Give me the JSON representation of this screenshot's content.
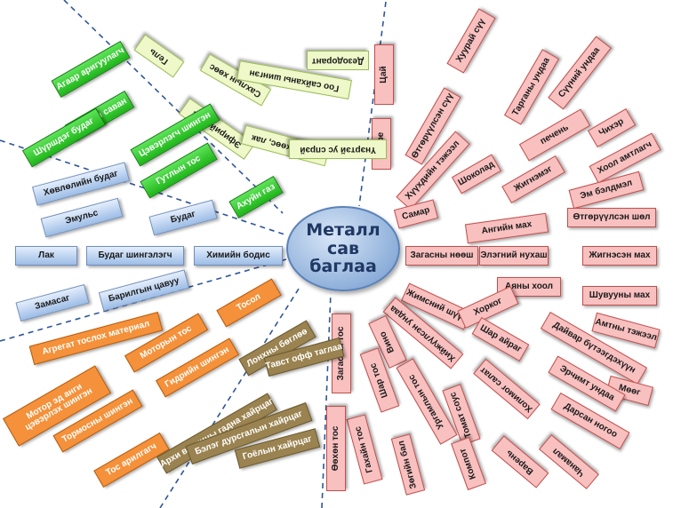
{
  "center_label": "Металл\nсав\nбаглаа",
  "colors": {
    "pink": "#f9c0c0",
    "green": "#2ecc2a",
    "light_green": "#eef8c8",
    "blue": "#b7cff0",
    "orange": "#f4913a",
    "olive": "#9a8350",
    "divider": "#2f5597"
  },
  "food_items": [
    "Цай",
    "Хуурай сүү",
    "Тарганы ундаа",
    "Сүүний ундаа",
    "Өтгөрүүлсэн сүү",
    "Кофе",
    "печень",
    "Чихэр",
    "Хүүхдийн тэжээл",
    "Хоол амтлагч",
    "Шоколад",
    "Жигнэмэг",
    "Эм бэлдмэл",
    "Самар",
    "Өтгөрүүлсэн шөл",
    "Ангийн мах",
    "Загасны нөөш",
    "Элэгний нухаш",
    "Жигнэсэн мах",
    "Аяны хоол",
    "Шувууны мах",
    "Жимсний шүүс",
    "Хорког",
    "Амтны тэжээл",
    "Хийжүүлсэн ундаа",
    "Шар айраг",
    "Дайвар бүтээгдэхүүн",
    "Вино",
    "Мөөг",
    "Эрчимт ундаа",
    "Ургамлын тос",
    "Холимог салат",
    "Дарсан ногоо",
    "Шар тос",
    "Томат соус",
    "Загасны тос",
    "Варень",
    "Чанамал",
    "Гахайн тос",
    "Компот",
    "Зөгийн бал",
    "Өөхөн тос"
  ],
  "cosmetic_items": [
    "Гель",
    "Сахлын хөөс",
    "Гоо сайханы шингэн",
    "Дезодорант",
    "Эфирийн тос",
    "Үсний хөөс, лак",
    "Үнэртэй ус спрэй"
  ],
  "chemical_items": [
    "Агаар аригуулагч",
    "Шингэн саван",
    "Цэвэрлэгч шингэн",
    "Шүршдэг будаг",
    "Гутлын тос",
    "Ахуйн газ"
  ],
  "paint_items": [
    "Хөвлөлийн будаг",
    "Эмульс",
    "Будаг",
    "Лак",
    "Будаг шингэлэгч",
    "Химийн бодис",
    "Замасаг",
    "Барилгын цавуу"
  ],
  "auto_items": [
    "Тосол",
    "Агрегат тослох материал",
    "Моторын тос",
    "Гидрийн шингэн",
    "Мотор эд анги цэвэрлэх шингэн",
    "Тормосны шингэн",
    "Тос арилгагч"
  ],
  "hardware_items": [
    "Лонхны бөглөө",
    "Тавст офф таглаа",
    "Архи виснины гадна хайрцаг",
    "Бэлэг дурсгалын хайрцаг",
    "Гоёлын хайрцаг"
  ]
}
